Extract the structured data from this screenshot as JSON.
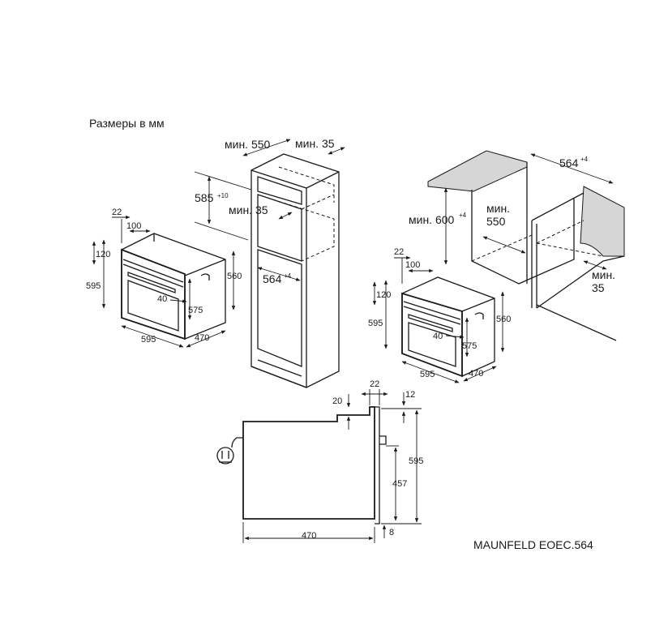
{
  "header": {
    "units_label": "Размеры в мм"
  },
  "model_label": "MAUNFELD EOEC.564",
  "standalone_oven": {
    "d_22": "22",
    "d_100": "100",
    "d_120": "120",
    "d_595_h": "595",
    "d_560": "560",
    "d_40": "40",
    "d_575": "575",
    "d_595_w": "595",
    "d_470": "470"
  },
  "tall_cabinet": {
    "min_550": "мин. 550",
    "min_35_top": "мин. 35",
    "d_585": "585",
    "d_585_tol": "+10",
    "min_35_mid": "мин. 35",
    "d_564": "564",
    "d_564_tol": "+4"
  },
  "under_counter": {
    "d_564": "564",
    "d_564_tol": "+4",
    "min_600": "мин. 600",
    "min_600_tol": "+4",
    "min_550_a": "мин.",
    "min_550_b": "550",
    "min_35_a": "мин.",
    "min_35_b": "35",
    "d_22": "22",
    "d_100": "100",
    "d_120": "120",
    "d_595_h": "595",
    "d_560": "560",
    "d_40": "40",
    "d_575": "575",
    "d_595_w": "595",
    "d_470": "470"
  },
  "side_view": {
    "d_22": "22",
    "d_20": "20",
    "d_12": "12",
    "d_595": "595",
    "d_457": "457",
    "d_470": "470",
    "d_8": "8"
  },
  "icons": [
    "plug-icon"
  ]
}
